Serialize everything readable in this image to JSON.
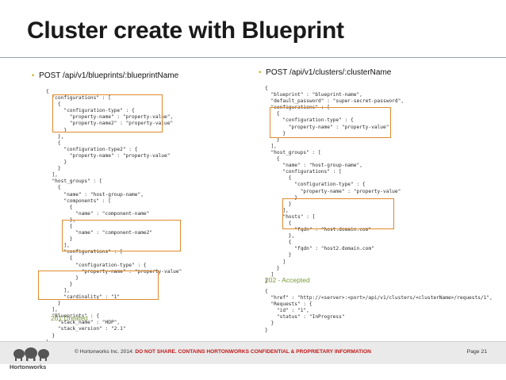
{
  "slide": {
    "title": "Cluster create with Blueprint",
    "left": {
      "bullet": "POST /api/v1/blueprints/:blueprintName",
      "status": "201 Created",
      "code": [
        "{",
        "  \"configurations\" : [",
        "    {",
        "      \"configuration-type\" : {",
        "        \"property-name\" : \"property-value\",",
        "        \"property-name2\" : \"property-value\"",
        "      }",
        "    },",
        "    {",
        "      \"configuration-type2\" : {",
        "        \"property-name\" : \"property-value\"",
        "      }",
        "    }",
        "  ],",
        "  \"host_groups\" : [",
        "    {",
        "      \"name\" : \"host-group-name\",",
        "      \"components\" : [",
        "        {",
        "          \"name\" : \"component-name\"",
        "        },",
        "        {",
        "          \"name\" : \"component-name2\"",
        "        }",
        "      ],",
        "      \"configurations\" : [",
        "        {",
        "          \"configuration-type\" : {",
        "            \"property-name\" : \"property-value\"",
        "          }",
        "        }",
        "      ],",
        "      \"cardinality\" : \"1\"",
        "    }",
        "  ],",
        "  \"Blueprints\" : {",
        "    \"stack_name\" : \"HDP\",",
        "    \"stack_version\" : \"2.1\"",
        "  }",
        "}"
      ]
    },
    "right": {
      "bullet": "POST /api/v1/clusters/:clusterName",
      "status": "202 - Accepted",
      "code": [
        "{",
        "  \"blueprint\" : \"blueprint-name\",",
        "  \"default_password\" : \"super-secret-password\",",
        "  \"configurations\" : [",
        "    {",
        "      \"configuration-type\" : {",
        "        \"property-name\" : \"property-value\"",
        "      }",
        "    }",
        "  ],",
        "  \"host_groups\" : [",
        "    {",
        "      \"name\" : \"host-group-name\",",
        "      \"configurations\" : [",
        "        {",
        "          \"configuration-type\" : {",
        "            \"property-name\" : \"property-value\"",
        "          }",
        "        }",
        "      ],",
        "      \"hosts\" : [",
        "        {",
        "          \"fqdn\" : \"host.domain.com\"",
        "        },",
        "        {",
        "          \"fqdn\" : \"host2.domain.com\"",
        "        }",
        "      ]",
        "    }",
        "  ]",
        "}"
      ],
      "response": [
        "{",
        "  \"href\" : \"http://<server>:<port>/api/v1/clusters/<clusterName>/requests/1\",",
        "  \"Requests\" : {",
        "    \"id\" : \"1\",",
        "    \"status\" : \"InProgress\"",
        "  }",
        "}"
      ]
    }
  },
  "footer": {
    "logo_text": "Hortonworks",
    "copyright": "© Hortonworks Inc. 2014: ",
    "warning": "DO NOT SHARE. CONTAINS HORTONWORKS CONFIDENTIAL & PROPRIETARY INFORMATION",
    "page": "Page 21"
  },
  "colors": {
    "highlight_box": "#e08a2c",
    "bullet": "#c8a800",
    "status": "#7a9a3a",
    "warning": "#c01818"
  }
}
